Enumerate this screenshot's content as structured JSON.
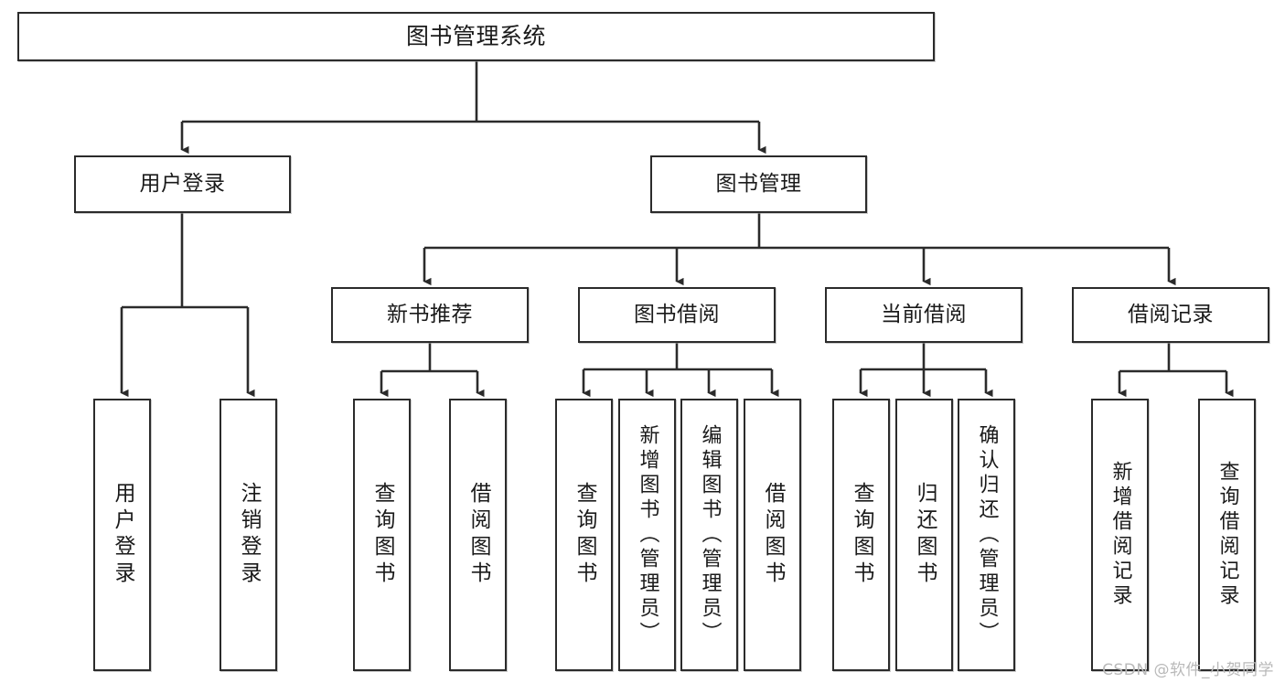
{
  "diagram": {
    "title": "图书管理系统",
    "type": "tree-hierarchy",
    "stroke_color": "#2b2b2b",
    "fill_color": "#ffffff",
    "text_color": "#1a1a1a",
    "nodes": {
      "root": {
        "label": "图书管理系统"
      },
      "level1": [
        {
          "label": "用户登录"
        },
        {
          "label": "图书管理"
        }
      ],
      "level2": [
        {
          "label": "新书推荐"
        },
        {
          "label": "图书借阅"
        },
        {
          "label": "当前借阅"
        },
        {
          "label": "借阅记录"
        }
      ],
      "leaves": {
        "user_login": [
          {
            "label": "用户登录"
          },
          {
            "label": "注销登录"
          }
        ],
        "new_book_recommend": [
          {
            "label": "查询图书"
          },
          {
            "label": "借阅图书"
          }
        ],
        "book_borrow": [
          {
            "label": "查询图书"
          },
          {
            "label": "新增图书（管理员）"
          },
          {
            "label": "编辑图书（管理员）"
          },
          {
            "label": "借阅图书"
          }
        ],
        "current_borrow": [
          {
            "label": "查询图书"
          },
          {
            "label": "归还图书"
          },
          {
            "label": "确认归还（管理员）"
          }
        ],
        "borrow_record": [
          {
            "label": "新增借阅记录"
          },
          {
            "label": "查询借阅记录"
          }
        ]
      }
    }
  },
  "watermark": {
    "text": "CSDN @软件_小贺同学"
  }
}
